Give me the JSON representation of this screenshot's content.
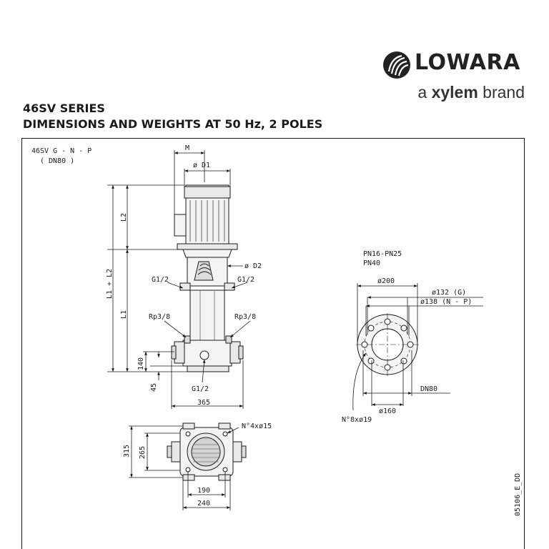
{
  "brand": {
    "name": "LOWARA",
    "tagline_prefix": "a",
    "tagline_brand": "xylem",
    "tagline_suffix": "brand"
  },
  "title": {
    "line1": "46SV SERIES",
    "line2": "DIMENSIONS AND WEIGHTS AT 50 Hz, 2 POLES"
  },
  "drawing": {
    "model_code": "46SV G - N - P",
    "model_sub": "( DN80 )",
    "labels": {
      "m": "M",
      "d1": "ø D1",
      "d2": "ø D2",
      "l2": "L2",
      "l1_plus_l2": "L1 + L2",
      "l1": "L1",
      "g12_left": "G1/2",
      "g12_right": "G1/2",
      "g12_bottom": "G1/2",
      "rp38_left": "Rp3/8",
      "rp38_right": "Rp3/8",
      "dim_140": "140",
      "dim_45": "45",
      "dim_365": "365",
      "dim_315": "315",
      "dim_265": "265",
      "dim_190": "190",
      "dim_240": "240",
      "holes_base": "N°4xø15"
    },
    "flange": {
      "pressure_1": "PN16-PN25",
      "pressure_2": "PN40",
      "dia_200": "ø200",
      "dia_132": "ø132 (G)",
      "dia_138": "ø138 (N - P)",
      "dia_160": "ø160",
      "dn": "DN80",
      "holes": "N°8xø19"
    },
    "doc_code": "05106_E_DD"
  }
}
